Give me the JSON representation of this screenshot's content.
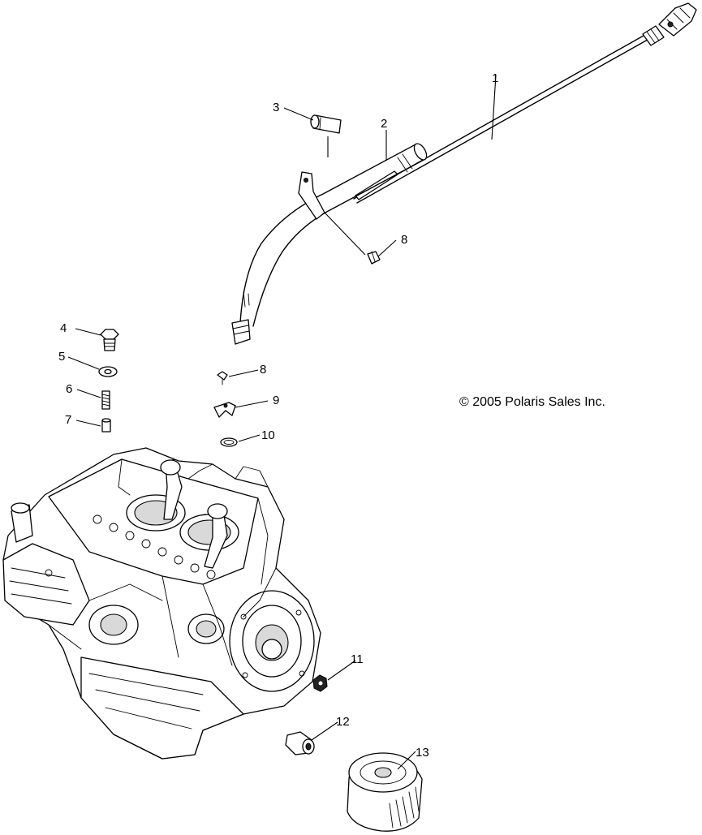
{
  "copyright": "© 2005 Polaris Sales Inc.",
  "callouts": {
    "c1": "1",
    "c2": "2",
    "c3": "3",
    "c4": "4",
    "c5": "5",
    "c6": "6",
    "c7": "7",
    "c8a": "8",
    "c8b": "8",
    "c9": "9",
    "c10": "10",
    "c11": "11",
    "c12": "12",
    "c13": "13"
  }
}
